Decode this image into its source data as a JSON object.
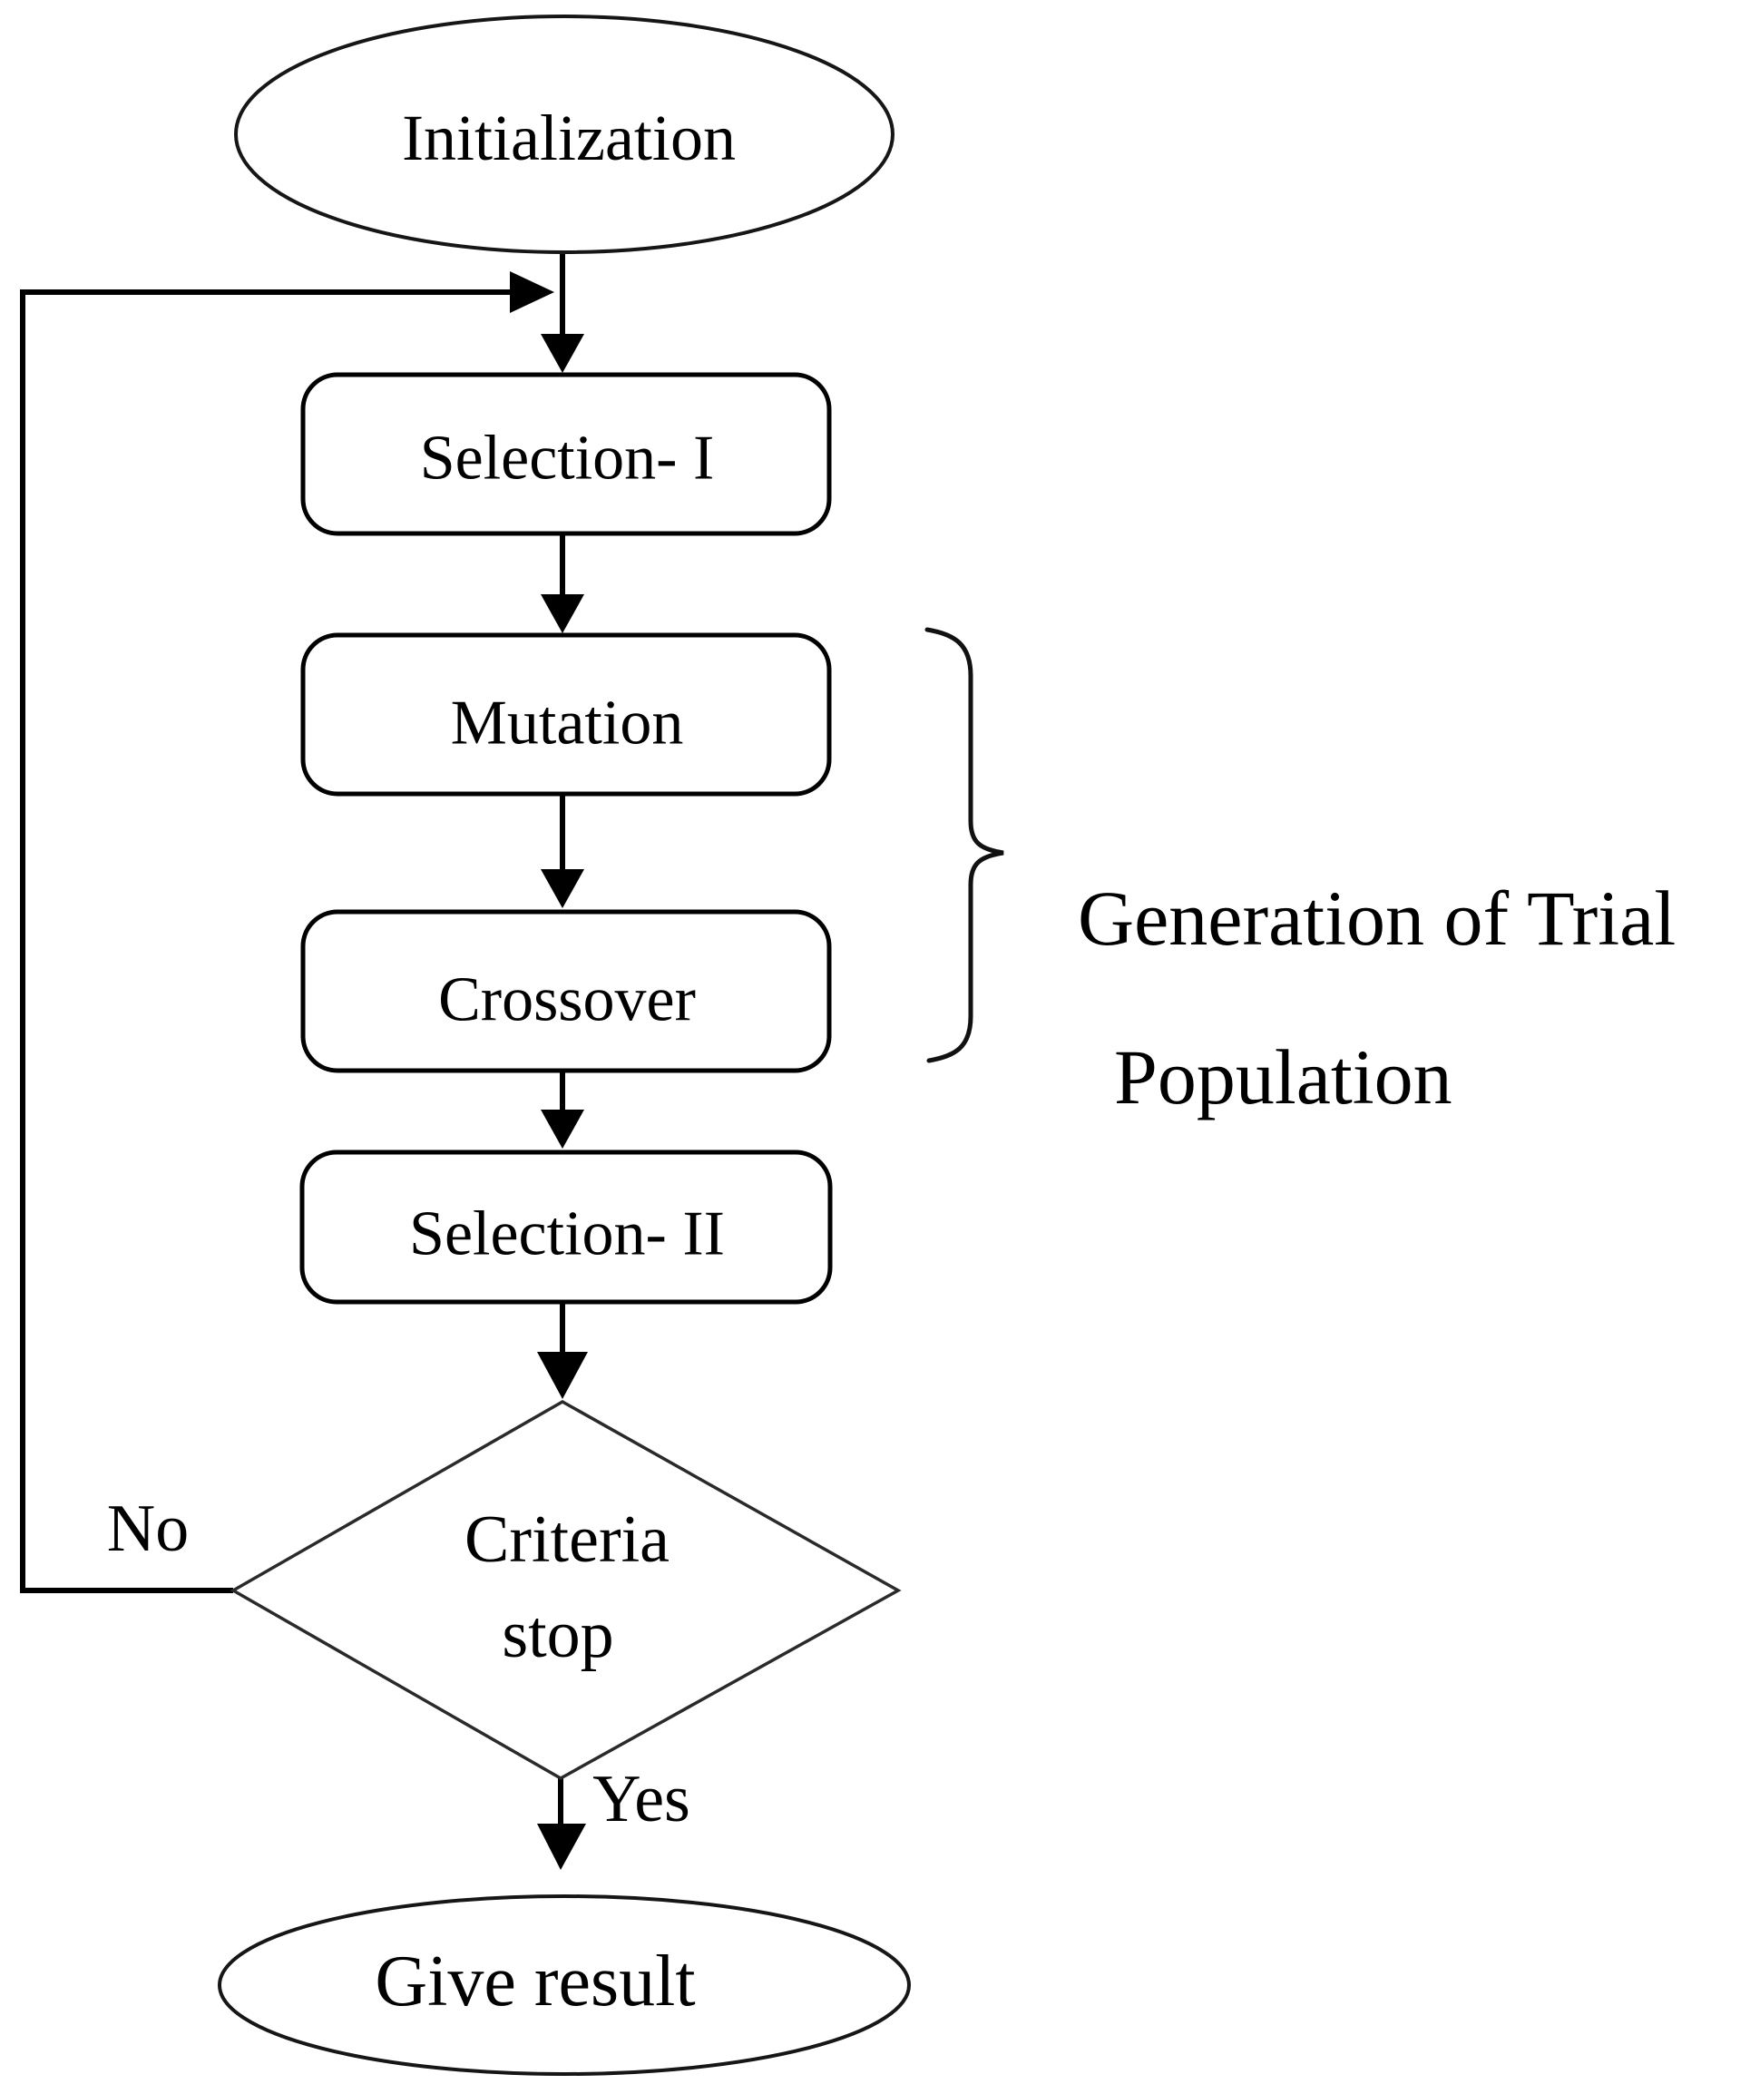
{
  "diagram": {
    "nodes": {
      "start": {
        "label": "Initialization",
        "type": "terminator"
      },
      "selection1": {
        "label": "Selection- I",
        "type": "process"
      },
      "mutation": {
        "label": "Mutation",
        "type": "process"
      },
      "crossover": {
        "label": "Crossover",
        "type": "process"
      },
      "selection2": {
        "label": "Selection- II",
        "type": "process"
      },
      "decision": {
        "label_line1": "Criteria",
        "label_line2": "stop",
        "type": "decision"
      },
      "end": {
        "label": "Give result",
        "type": "terminator"
      }
    },
    "branches": {
      "no_label": "No",
      "yes_label": "Yes"
    },
    "annotation": {
      "line1": "Generation of Trial",
      "line2": "Population"
    },
    "colors": {
      "stroke": "#000000",
      "text": "#000000",
      "background": "#ffffff"
    }
  }
}
